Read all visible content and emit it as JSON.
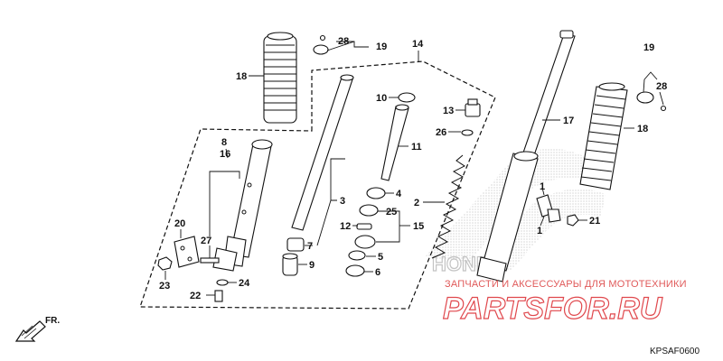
{
  "diagram": {
    "callouts": [
      {
        "id": "18-left",
        "text": "18"
      },
      {
        "id": "28-left",
        "text": "28"
      },
      {
        "id": "19-left",
        "text": "19"
      },
      {
        "id": "14",
        "text": "14"
      },
      {
        "id": "8",
        "text": "8"
      },
      {
        "id": "16",
        "text": "16"
      },
      {
        "id": "20",
        "text": "20"
      },
      {
        "id": "27",
        "text": "27"
      },
      {
        "id": "23",
        "text": "23"
      },
      {
        "id": "24",
        "text": "24"
      },
      {
        "id": "22",
        "text": "22"
      },
      {
        "id": "3",
        "text": "3"
      },
      {
        "id": "7",
        "text": "7"
      },
      {
        "id": "9",
        "text": "9"
      },
      {
        "id": "10",
        "text": "10"
      },
      {
        "id": "11",
        "text": "11"
      },
      {
        "id": "4",
        "text": "4"
      },
      {
        "id": "12",
        "text": "12"
      },
      {
        "id": "25",
        "text": "25"
      },
      {
        "id": "15",
        "text": "15"
      },
      {
        "id": "5",
        "text": "5"
      },
      {
        "id": "6",
        "text": "6"
      },
      {
        "id": "13",
        "text": "13"
      },
      {
        "id": "26",
        "text": "26"
      },
      {
        "id": "2",
        "text": "2"
      },
      {
        "id": "17",
        "text": "17"
      },
      {
        "id": "1-top",
        "text": "1"
      },
      {
        "id": "1-bottom",
        "text": "1"
      },
      {
        "id": "21",
        "text": "21"
      },
      {
        "id": "19-right",
        "text": "19"
      },
      {
        "id": "28-right",
        "text": "28"
      },
      {
        "id": "18-right",
        "text": "18"
      }
    ],
    "direction_label": "FR.",
    "diagram_code": "KPSAF0600"
  },
  "watermark": {
    "tagline": "ЗАПЧАСТИ И АКСЕССУАРЫ ДЛЯ МОТОТЕХНИКИ",
    "logo": "PARTSFOR.RU",
    "brand_mark": "HONDA"
  },
  "colors": {
    "ink": "#111111",
    "watermark": "#e0484d"
  }
}
